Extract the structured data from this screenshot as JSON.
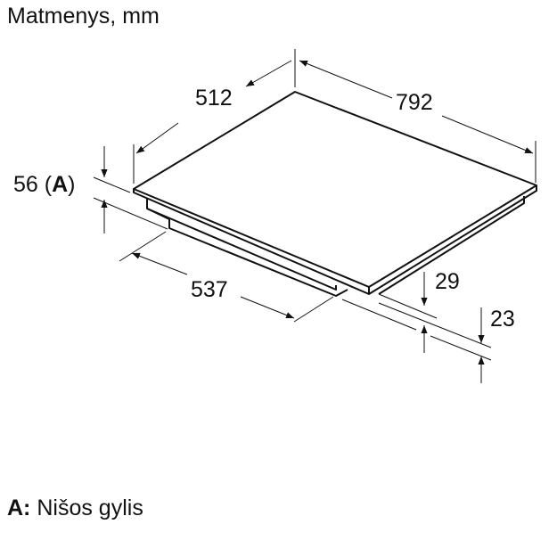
{
  "title": "Matmenys, mm",
  "dimensions": {
    "width": "792",
    "depth": "512",
    "body_depth": "537",
    "niche_depth": "56",
    "niche_ref": "(A)",
    "niche_ref_letter": "A",
    "total_height": "29",
    "body_height": "23"
  },
  "legend": {
    "key": "A:",
    "text": "Nišos gylis"
  },
  "colors": {
    "line": "#111111",
    "background": "#ffffff"
  }
}
